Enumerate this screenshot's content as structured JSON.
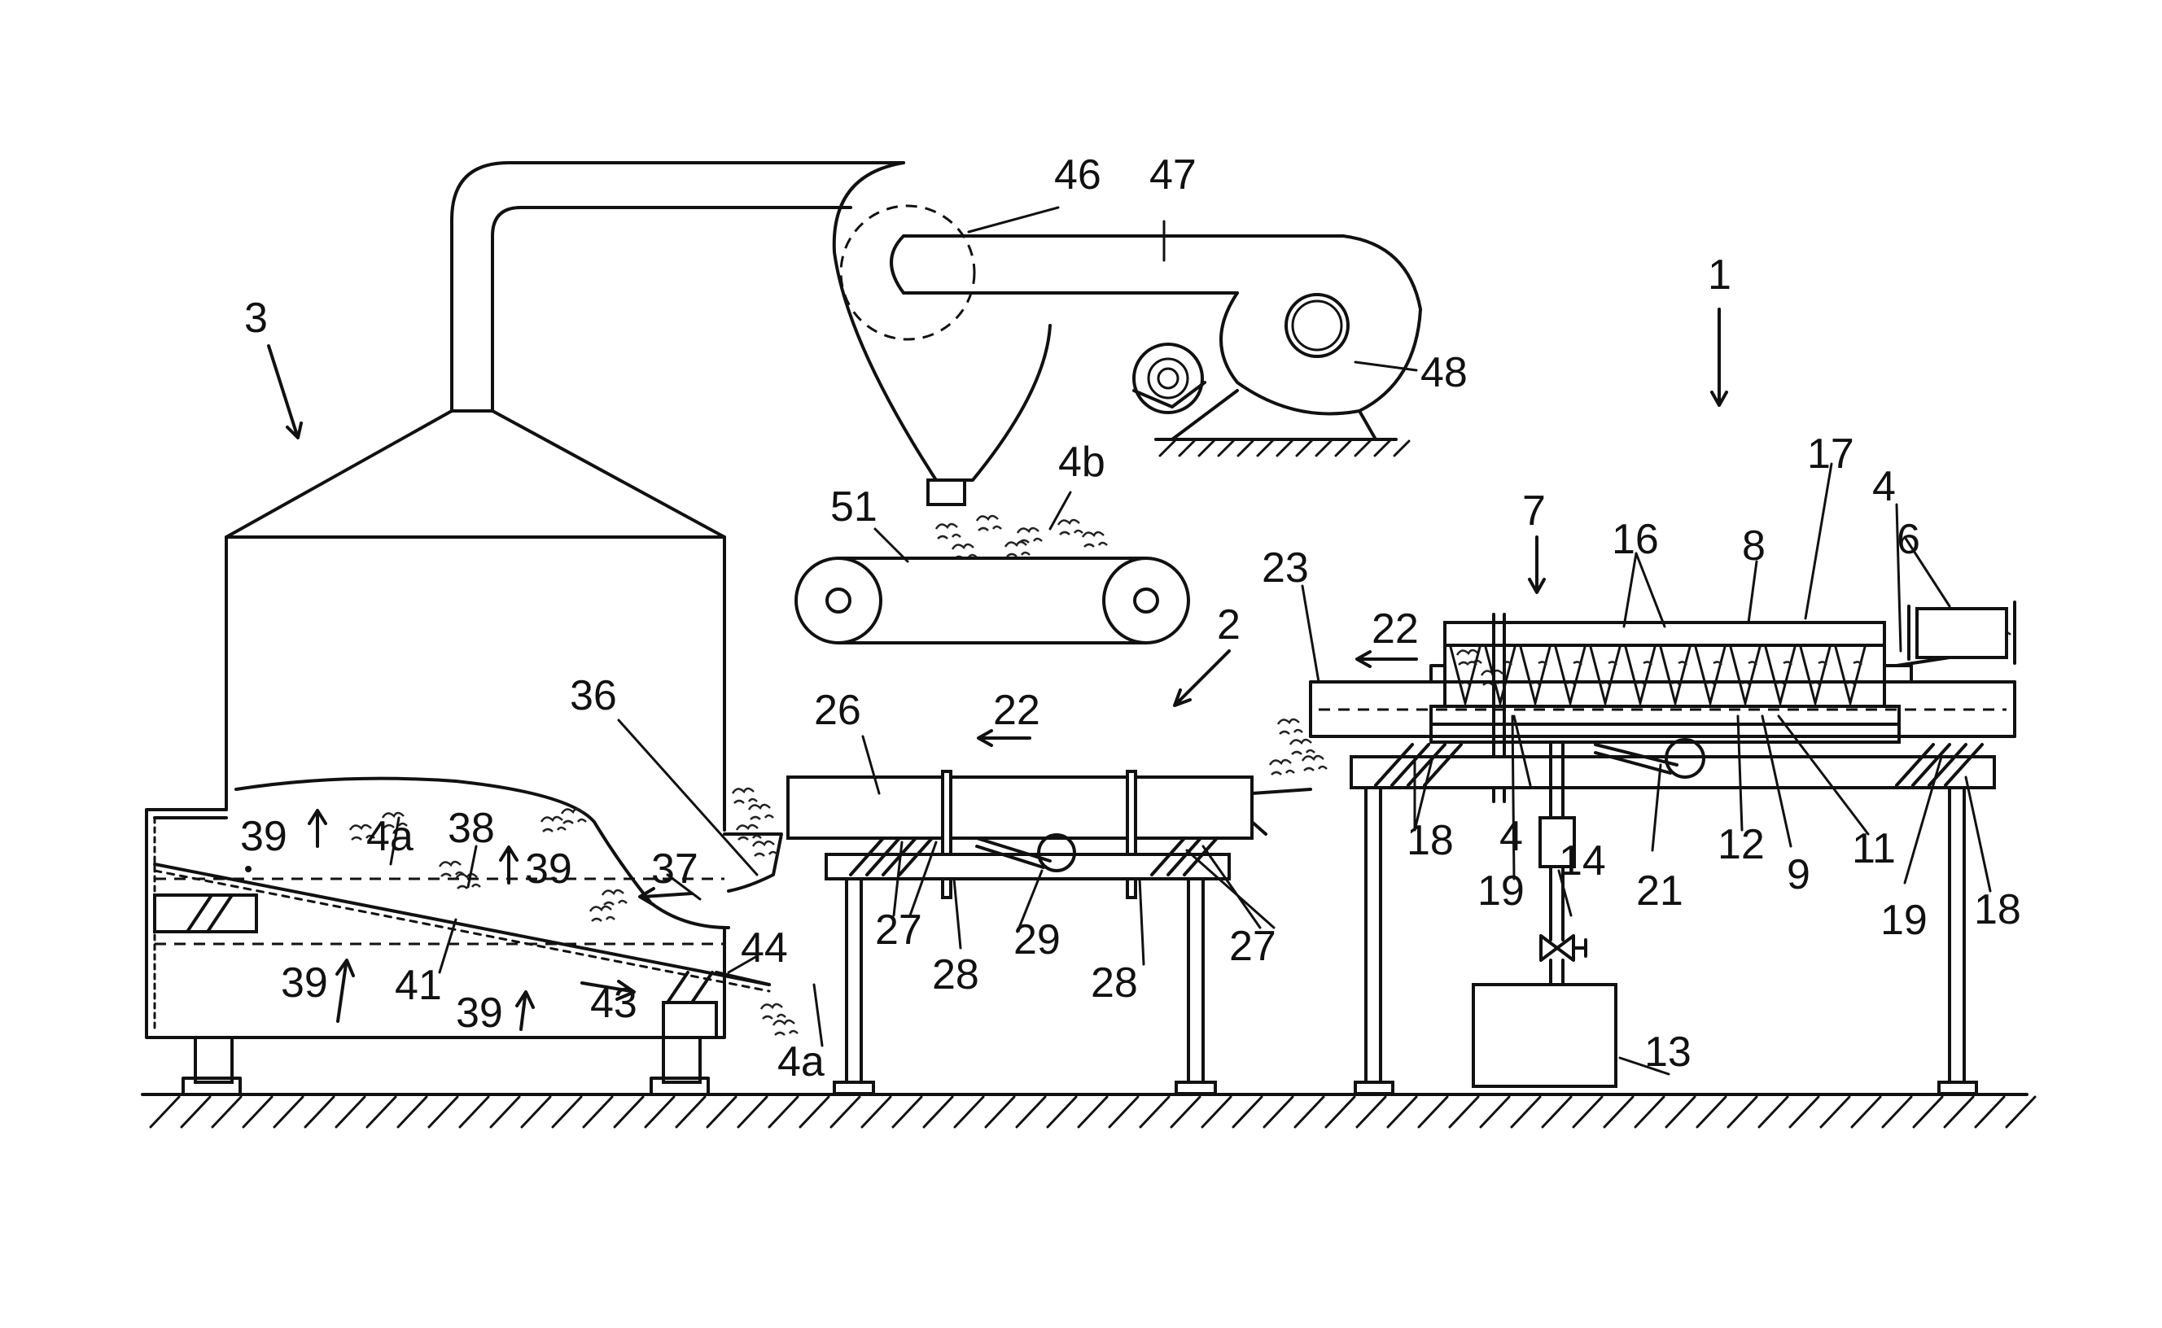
{
  "labels": {
    "l1": "1",
    "l2": "2",
    "l3": "3",
    "l4a_top": "4",
    "l4_mid": "4",
    "l4a": "4a",
    "l4a_out": "4a",
    "l4b": "4b",
    "l6": "6",
    "l7": "7",
    "l8": "8",
    "l9": "9",
    "l11": "11",
    "l12": "12",
    "l13": "13",
    "l14": "14",
    "l16": "16",
    "l17": "17",
    "l18a": "18",
    "l18b": "18",
    "l19a": "19",
    "l19b": "19",
    "l21": "21",
    "l22a": "22",
    "l22b": "22",
    "l23": "23",
    "l26": "26",
    "l27a": "27",
    "l27b": "27",
    "l28a": "28",
    "l28b": "28",
    "l29": "29",
    "l36": "36",
    "l37": "37",
    "l38": "38",
    "l39a": "39",
    "l39b": "39",
    "l39c": "39",
    "l39d": "39",
    "l41": "41",
    "l43": "43",
    "l44": "44",
    "l46": "46",
    "l47": "47",
    "l48": "48",
    "l51": "51"
  }
}
